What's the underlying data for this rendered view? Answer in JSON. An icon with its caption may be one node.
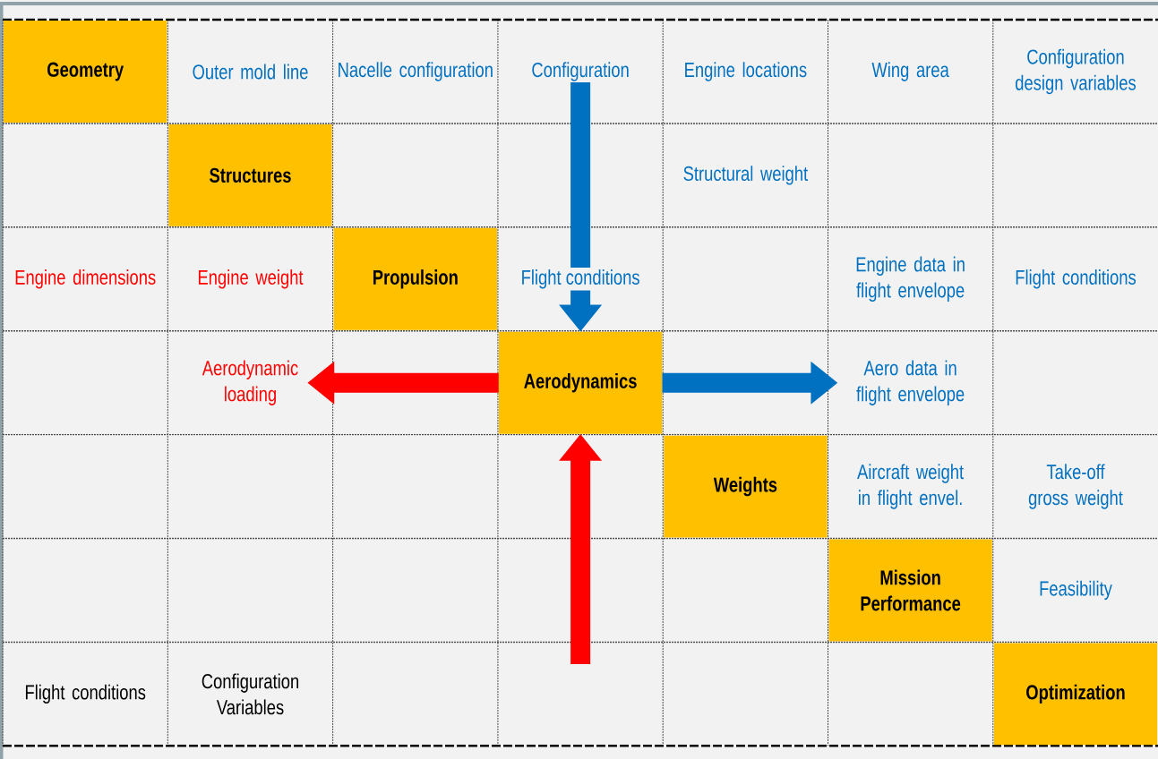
{
  "diagram": {
    "nodes": [
      {
        "text": [
          "Geometry"
        ]
      },
      {
        "text": [
          "Configuration"
        ]
      },
      {
        "text": [
          "Structures"
        ]
      },
      {
        "text": [
          "Propulsion"
        ]
      },
      {
        "text": [
          "Aerodynamic loading"
        ]
      },
      {
        "text": [
          "Aerodynamics"
        ]
      },
      {
        "text": [
          "Aero data in flight envelope"
        ]
      },
      {
        "text": [
          "Weights"
        ]
      },
      {
        "text": [
          "Mission Performance"
        ]
      },
      {
        "text": [
          "Optimization"
        ]
      }
    ],
    "edges": [
      {
        "from": 1,
        "to": 5,
        "arrow": "to",
        "color": "#0070c0"
      },
      {
        "from": 5,
        "to": 4,
        "arrow": "to",
        "color": "#ff0000"
      },
      {
        "from": 5,
        "to": 6,
        "arrow": "to",
        "color": "#0070c0"
      },
      {
        "from": null,
        "to": 5,
        "arrow": "to",
        "color": "#ff0000"
      }
    ],
    "labels": [
      "Outer mold line",
      "Nacelle configuration",
      "Engine locations",
      "Wing area",
      "Configuration design variables",
      "Structural weight",
      "Engine dimensions",
      "Engine weight",
      "Flight conditions",
      "Engine data in flight envelope",
      "Flight conditions",
      "Aircraft weight in flight envel.",
      "Take-off gross weight",
      "Feasibility",
      "Flight conditions",
      "Configuration Variables"
    ]
  }
}
